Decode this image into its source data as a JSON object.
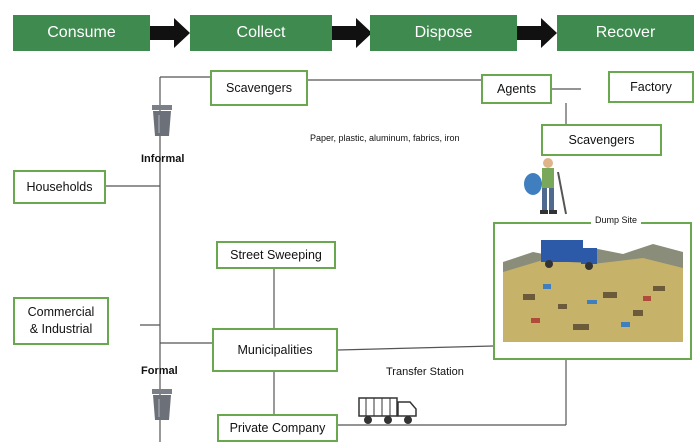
{
  "stages": {
    "consume": "Consume",
    "collect": "Collect",
    "dispose": "Dispose",
    "recover": "Recover"
  },
  "nodes": {
    "scavengers_top": "Scavengers",
    "agents": "Agents",
    "factory": "Factory",
    "scavengers_right": "Scavengers",
    "households": "Households",
    "street_sweeping": "Street Sweeping",
    "commercial_line1": "Commercial",
    "commercial_line2": "& Industrial",
    "municipalities": "Municipalities",
    "private_company": "Private Company"
  },
  "labels": {
    "informal": "Informal",
    "formal": "Formal",
    "materials": "Paper, plastic, aluminum, fabrics, iron",
    "dump_site": "Dump Site",
    "transfer_station": "Transfer Station"
  },
  "colors": {
    "stage_fill": "#3f8a4f",
    "box_border": "#6aa84f",
    "line": "#555555"
  },
  "icons": [
    "trash-bin-icon",
    "trash-bin-icon",
    "scavenger-figure-icon",
    "dump-site-image",
    "truck-icon"
  ]
}
